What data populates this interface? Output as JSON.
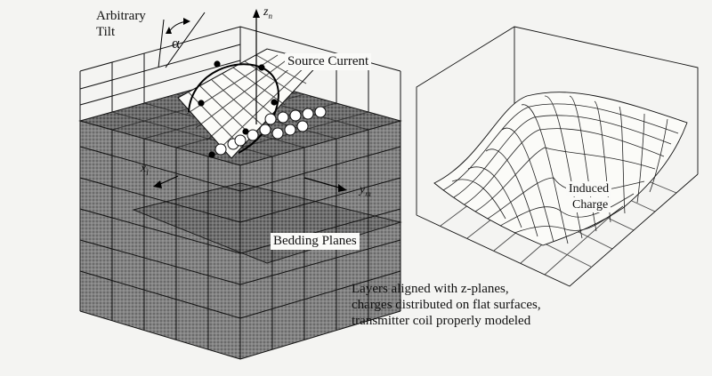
{
  "labels": {
    "arbitrary": "Arbitrary",
    "tilt": "Tilt",
    "alpha": "α",
    "source_current": "Source Current",
    "bedding_planes": "Bedding Planes",
    "induced": "Induced",
    "charge": "Charge",
    "caption": [
      "Layers aligned with z-planes,",
      "charges distributed on flat surfaces,",
      "transmitter coil properly modeled"
    ]
  },
  "axes": {
    "z": {
      "letter": "z",
      "sub": "n"
    },
    "x": {
      "letter": "x",
      "sub": "l"
    },
    "y": {
      "letter": "y",
      "sub": "m"
    }
  }
}
